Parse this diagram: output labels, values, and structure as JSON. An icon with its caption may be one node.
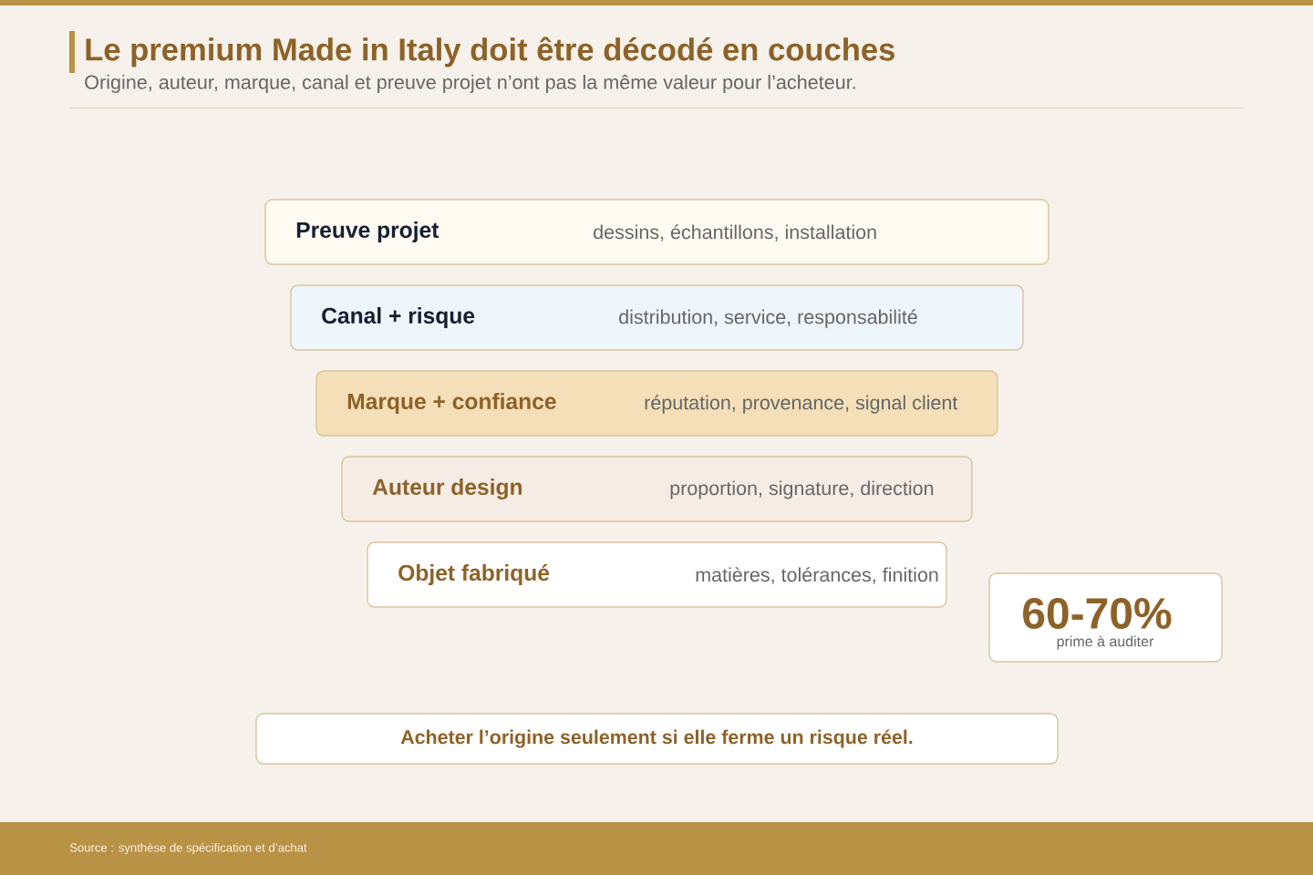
{
  "diagram": {
    "title": "Le premium Made in Italy doit être décodé en couches",
    "nodes": [
      {
        "text": [
          "Preuve projet",
          "dessins, échantillons, installation"
        ]
      },
      {
        "text": [
          "Canal + risque",
          "distribution, service, responsabilité"
        ]
      },
      {
        "text": [
          "Marque + confiance",
          "réputation, provenance, signal client"
        ]
      },
      {
        "text": [
          "Auteur design",
          "proportion, signature, direction"
        ]
      },
      {
        "text": [
          "Objet fabriqué",
          "matières, tolérances, finition"
        ]
      },
      {
        "text": [
          "60-70%",
          "prime à auditer"
        ]
      },
      {
        "text": [
          "Acheter l’origine seulement si elle ferme un risque réel."
        ]
      }
    ],
    "labels": [
      "Origine, auteur, marque, canal et preuve projet n’ont pas la même valeur pour l’acheteur."
    ],
    "caption": "Source : synthèse de spécification et d’achat"
  }
}
